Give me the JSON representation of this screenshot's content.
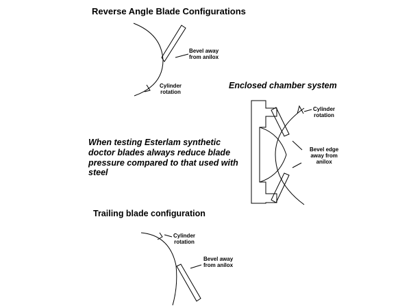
{
  "reverse_angle": {
    "title": "Reverse Angle Blade Configurations",
    "bevel_label": [
      "Bevel away",
      "from anilox"
    ],
    "rotation_label": [
      "Cylinder",
      "rotation"
    ]
  },
  "enclosed_chamber": {
    "title": "Enclosed chamber system",
    "rotation_label": [
      "Cylinder",
      "rotation"
    ],
    "bevel_label": [
      "Bevel edge",
      "away from",
      "anilox"
    ]
  },
  "note": {
    "lines": [
      "When testing Esterlam synthetic",
      "doctor blades always reduce blade",
      "pressure compared to that used with",
      "steel"
    ]
  },
  "trailing": {
    "title": "Trailing blade configuration",
    "rotation_label": [
      "Cylinder",
      "rotation"
    ],
    "bevel_label": [
      "Bevel away",
      "from anilox"
    ]
  }
}
